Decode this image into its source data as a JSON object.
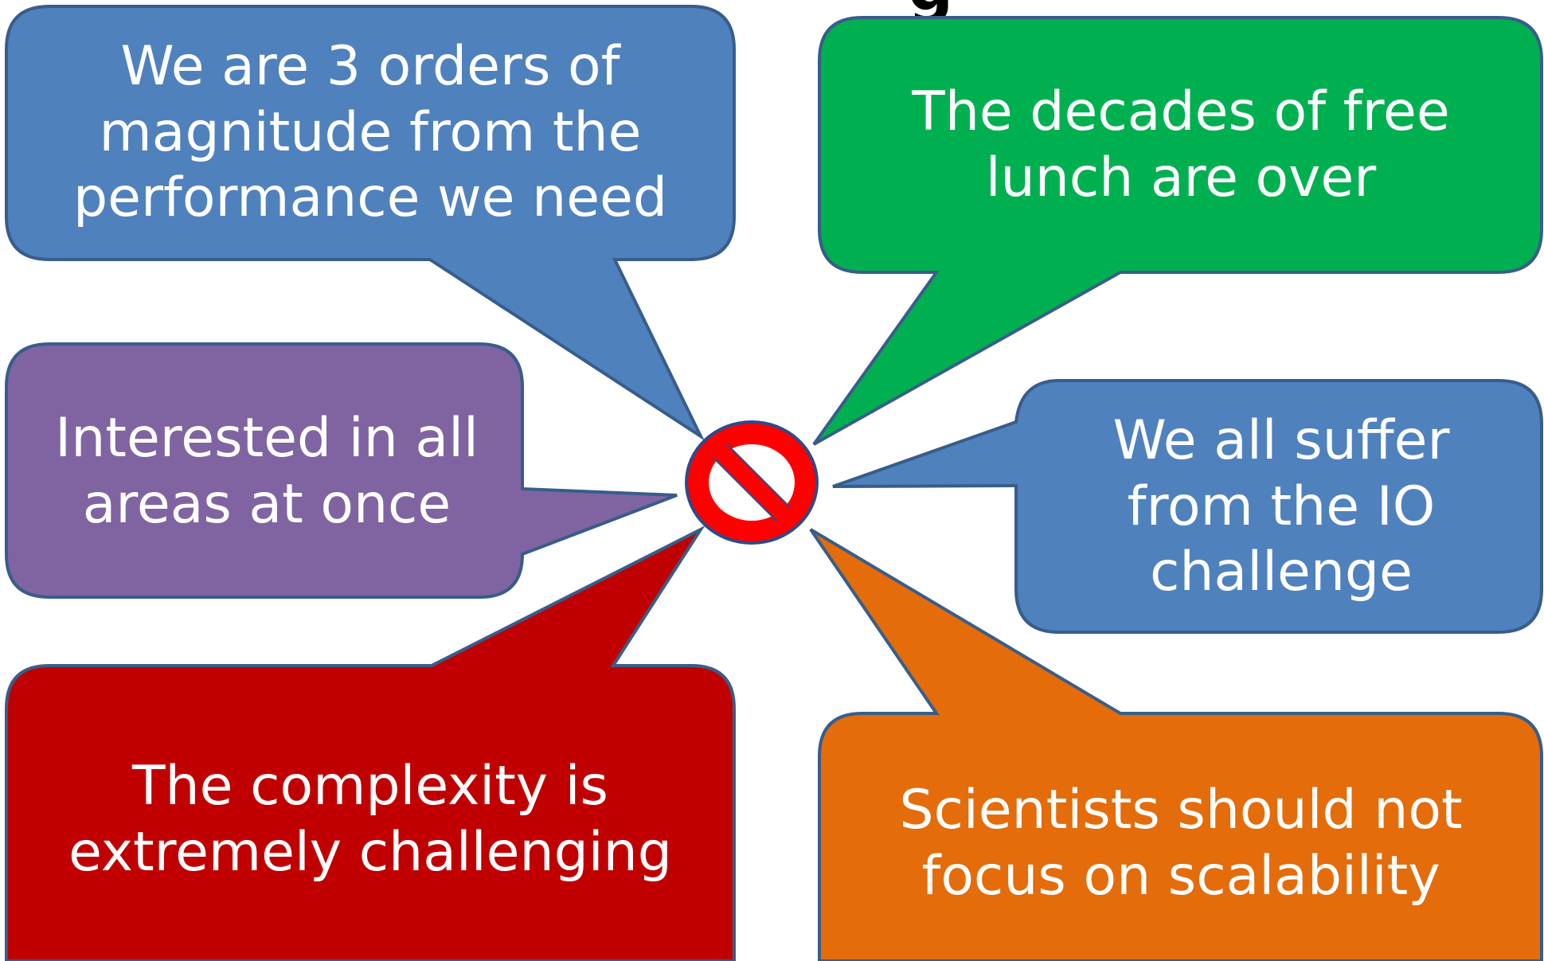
{
  "title_fragment": "g",
  "colors": {
    "blue": "#4f81bd",
    "green": "#00b050",
    "purple": "#8064a2",
    "red": "#c00000",
    "orange": "#e46c0a",
    "outline": "#385d8a",
    "sign_red": "#ff0000",
    "sign_border": "#2e4a8a"
  },
  "center_icon": "no-entry-icon",
  "bubbles": [
    {
      "id": "performance",
      "color": "blue",
      "text": "We are 3 orders of\nmagnitude from  the\nperformance we need"
    },
    {
      "id": "free-lunch",
      "color": "green",
      "text": "The decades of free\nlunch are over"
    },
    {
      "id": "all-areas",
      "color": "purple",
      "text": "Interested in all\nareas at once"
    },
    {
      "id": "io",
      "color": "blue",
      "text": "We all suffer\nfrom the IO\nchallenge"
    },
    {
      "id": "complexity",
      "color": "red",
      "text": "The complexity is\nextremely challenging"
    },
    {
      "id": "scalability",
      "color": "orange",
      "text": "Scientists should not\nfocus on scalability"
    }
  ]
}
